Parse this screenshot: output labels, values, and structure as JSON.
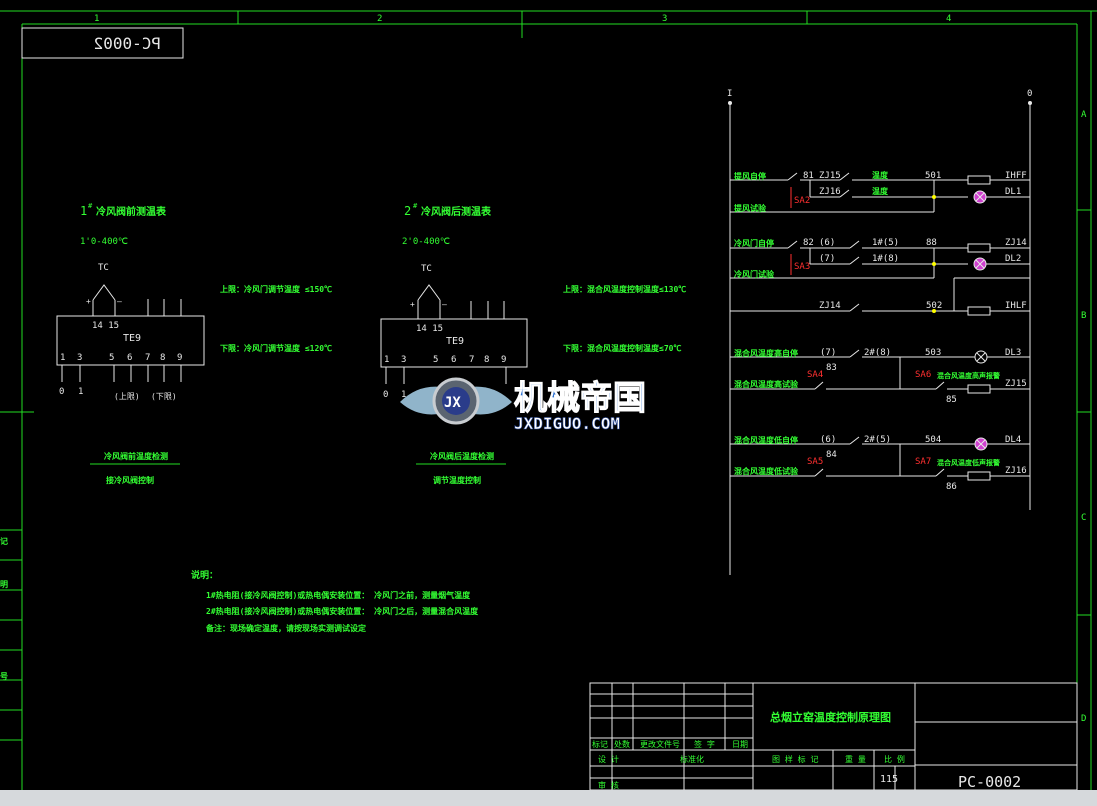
{
  "frame": {
    "zones_top": [
      "1",
      "2",
      "3",
      "4"
    ],
    "zones_right": [
      "A",
      "B",
      "C",
      "D"
    ],
    "stamp_code": "PC-0002",
    "left_margin_fragments": [
      "记",
      "明",
      "号"
    ]
  },
  "left_section": {
    "title1_num": "1",
    "title1_sup": "#",
    "title1": "冷风阀前测温表",
    "range1": "1'0-400℃",
    "tc1": "TC",
    "te1": "TE9",
    "pins_top1": "14 15",
    "pins_bot1": [
      "1",
      "3",
      "5",
      "6",
      "7",
      "8",
      "9"
    ],
    "ground1": [
      "0",
      "1"
    ],
    "plus1": "+",
    "minus1": "—",
    "upper_label": "(上限)",
    "lower_label": "(下限)",
    "upper_limit1": "上限：冷风门调节温度 ≤150℃",
    "lower_limit1": "下限：冷风门调节温度 ≤120℃",
    "caption1a": "冷风阀前温度检测",
    "caption1b": "接冷风阀控制",
    "title2_num": "2",
    "title2_sup": "#",
    "title2": "冷风阀后测温表",
    "range2": "2'0-400℃",
    "tc2": "TC",
    "te2": "TE9",
    "pins_top2": "14 15",
    "pins_bot2": [
      "1",
      "3",
      "5",
      "6",
      "7",
      "8",
      "9"
    ],
    "ground2": [
      "0",
      "1"
    ],
    "plus2": "+",
    "minus2": "—",
    "upper_limit2": "上限：混合风温度控制温度≤130℃",
    "lower_limit2": "下限：混合风温度控制温度≤70℃",
    "caption2a": "冷风阀后温度检测",
    "caption2b": "调节温度控制",
    "notes_title": "说明：",
    "note1": "1#热电阻(接冷风阀控制)或热电偶安装位置：  冷风门之前，测量烟气温度",
    "note2": "2#热电阻(接冷风阀控制)或热电偶安装位置：  冷风门之后，测量混合风温度",
    "note3": "备注：现场确定温度，请按现场实测调试设定"
  },
  "ladder": {
    "rail_left": "I",
    "rail_right": "0",
    "rows": {
      "r1_l1": "提风自停",
      "r1_l2": "提风试验",
      "r1_n1": "81",
      "r1_c1": "ZJ15",
      "r1_tag1": "温度",
      "r1_c2": "ZJ16",
      "r1_tag2": "温度",
      "r1_sa": "SA2",
      "r1_node": "501",
      "r1_coil": "IHFF",
      "r1_lamp": "DL1",
      "r2_l1": "冷风门自停",
      "r2_l2": "冷风门试验",
      "r2_n1": "82",
      "r2_c1": "(6)",
      "r2_c2": "1#(5)",
      "r2_c3": "(7)",
      "r2_c4": "1#(8)",
      "r2_sa": "SA3",
      "r2_node": "88",
      "r2_coil": "ZJ14",
      "r2_lamp": "DL2",
      "r3_c": "ZJ14",
      "r3_node": "502",
      "r3_coil": "IHLF",
      "r4_l1": "混合风温度高自停",
      "r4_l2": "混合风温度高试验",
      "r4_c1": "(7)",
      "r4_c2": "2#(8)",
      "r4_n1": "83",
      "r4_sa": "SA4",
      "r4_node": "503",
      "r4_lamp": "DL3",
      "r4_sa2": "SA6",
      "r4_l3": "混合风温度高声报警",
      "r4_coil": "ZJ15",
      "r4_n2": "85",
      "r5_l1": "混合风温度低自停",
      "r5_l2": "混合风温度低试验",
      "r5_c1": "(6)",
      "r5_c2": "2#(5)",
      "r5_n1": "84",
      "r5_sa": "SA5",
      "r5_node": "504",
      "r5_lamp": "DL4",
      "r5_sa2": "SA7",
      "r5_l3": "混合风温度低声报警",
      "r5_coil": "ZJ16",
      "r5_n2": "86"
    }
  },
  "title_block": {
    "drawing_title": "总烟立窑温度控制原理图",
    "row_labels": [
      "标记",
      "处数",
      "更改文件号",
      "签 字",
      "日期"
    ],
    "bottom_labels": [
      "设 计",
      "标准化",
      "审 核"
    ],
    "stage_labels": [
      "图 样 标 记",
      "重 量",
      "比 例"
    ],
    "scale": "115",
    "code": "PC-0002"
  },
  "watermark": {
    "logo_text": "JX",
    "name": "机械帝国",
    "url": "JXDIGUO.COM"
  },
  "colors": {
    "background": "#000000",
    "lines": "#e8e8e8",
    "text": "#33ff33",
    "marks": "#ff3030",
    "lamp": "#d040d0"
  }
}
